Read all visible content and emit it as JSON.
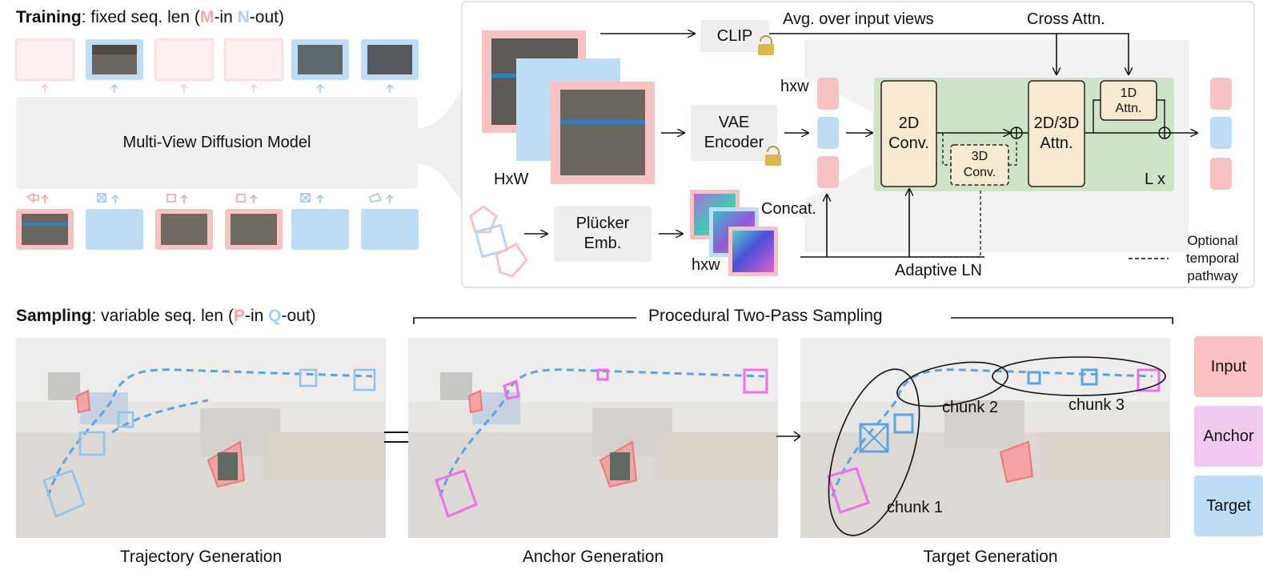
{
  "training": {
    "label_bold": "Training",
    "label_rest": ": fixed seq. len (",
    "m": "M",
    "in": "-in ",
    "n": "N",
    "out": "-out)",
    "model_label": "Multi-View Diffusion Model"
  },
  "arch": {
    "clip": "CLIP",
    "avg": "Avg. over input views",
    "cross": "Cross Attn.",
    "hxw_top": "hxw",
    "vae_line1": "VAE",
    "vae_line2": "Encoder",
    "HxW": "HxW",
    "conv2d_line1": "2D",
    "conv2d_line2": "Conv.",
    "conv3d_line1": "3D",
    "conv3d_line2": "Conv.",
    "attn_line1": "2D/3D",
    "attn_line2": "Attn.",
    "attn1d_line1": "1D",
    "attn1d_line2": "Attn.",
    "lx": "L x",
    "plucker_line1": "Plücker",
    "plucker_line2": "Emb.",
    "hxw_bottom": "hxw",
    "concat": "Concat.",
    "adaptive": "Adaptive LN",
    "optional_line1": "Optional",
    "optional_line2": "temporal",
    "optional_line3": "pathway"
  },
  "sampling": {
    "label_bold": "Sampling",
    "label_rest": ": variable seq. len (",
    "p": "P",
    "in": "-in ",
    "q": "Q",
    "out": "-out)",
    "procedural": "Procedural Two-Pass Sampling",
    "panel_captions": [
      "Trajectory Generation",
      "Anchor Generation",
      "Target Generation"
    ],
    "chunks": [
      "chunk 1",
      "chunk 2",
      "chunk 3"
    ]
  },
  "legend": [
    {
      "label": "Input",
      "color": "#f9c2c2"
    },
    {
      "label": "Anchor",
      "color": "#f1c9ee"
    },
    {
      "label": "Target",
      "color": "#bddcf6"
    }
  ],
  "colors": {
    "input_pink": "#f4a4a4",
    "target_blue": "#a8d0f6",
    "anchor_magenta": "#f06ee6",
    "green_block": "#cfe3c7",
    "beige_block": "#f6ead0",
    "gray_box": "#eeeeee"
  }
}
